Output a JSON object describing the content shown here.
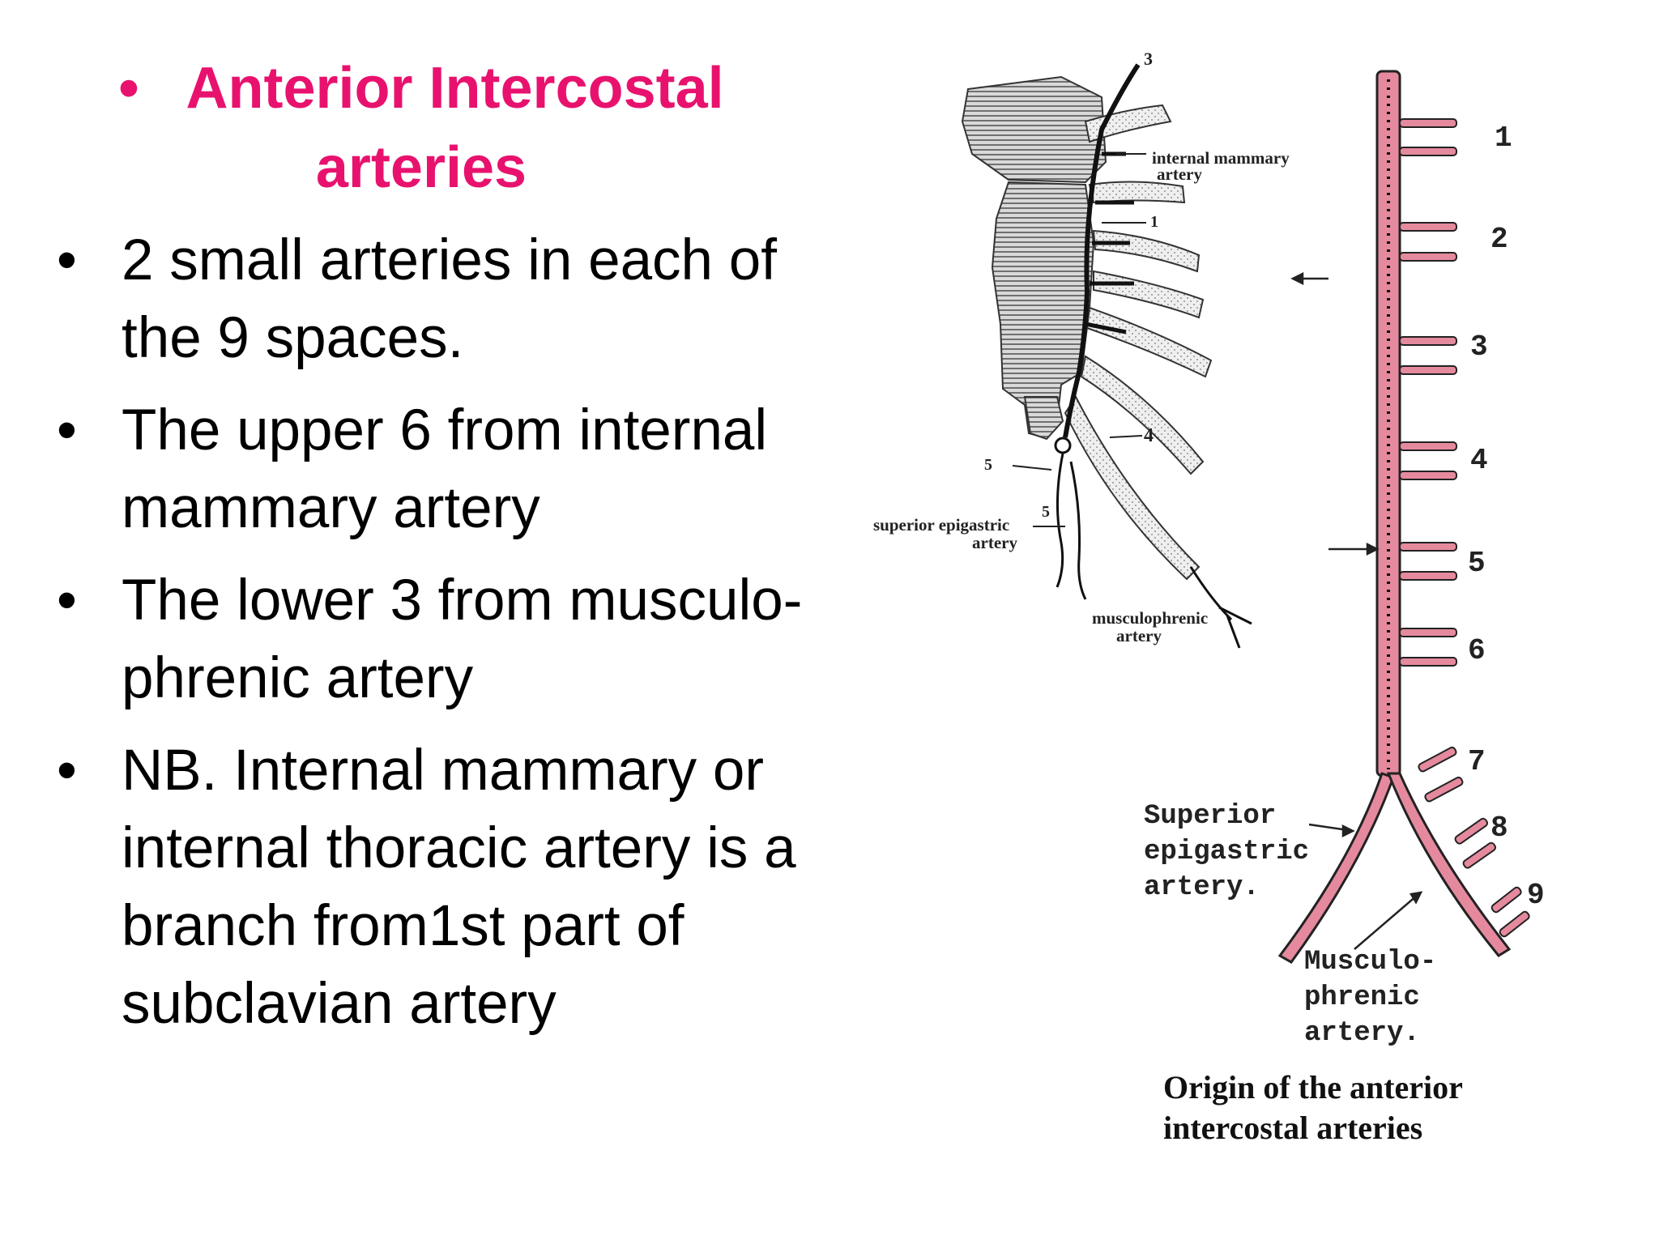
{
  "title": {
    "bullet": "•",
    "line1": "Anterior Intercostal",
    "line2": "arteries",
    "color": "#e8126e"
  },
  "bullets": [
    {
      "glyph": "•",
      "lines": [
        "2 small arteries in each  of",
        "the 9 spaces."
      ]
    },
    {
      "glyph": "•",
      "lines": [
        "The upper 6 from internal",
        "mammary artery"
      ]
    },
    {
      "glyph": "•",
      "lines": [
        "The lower 3 from musculo-",
        "phrenic artery"
      ]
    },
    {
      "glyph": "•",
      "lines": [
        "NB. Internal mammary or",
        "internal thoracic artery is a",
        "branch from1st part of",
        "subclavian artery"
      ]
    }
  ],
  "left_diagram": {
    "label_internal_mammary_1": "internal mammary",
    "label_internal_mammary_2": "artery",
    "label_superior_epigastric_1": "superior epigastric",
    "label_superior_epigastric_2": "artery",
    "label_musculophrenic_1": "musculophrenic",
    "label_musculophrenic_2": "artery",
    "marker_3": "3",
    "marker_1": "1",
    "marker_4": "4",
    "marker_5a": "5",
    "marker_5b": "5"
  },
  "right_diagram": {
    "space_numbers": [
      "1",
      "2",
      "3",
      "4",
      "5",
      "6",
      "7",
      "8",
      "9"
    ],
    "label_superior_1": "Superior",
    "label_superior_2": "epigastric",
    "label_superior_3": "artery.",
    "label_musculo_1": "Musculo-",
    "label_musculo_2": "phrenic",
    "label_musculo_3": "artery.",
    "artery_color": "#e58a9e"
  },
  "caption": {
    "line1": "Origin of the anterior",
    "line2": "intercostal arteries"
  }
}
